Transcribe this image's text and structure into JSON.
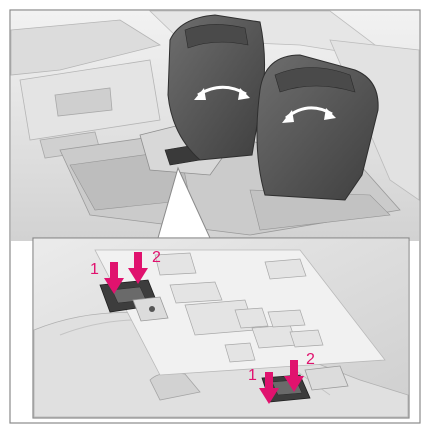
{
  "callouts": {
    "upper_left_1": "1",
    "upper_left_2": "2",
    "lower_right_1": "1",
    "lower_right_2": "2"
  },
  "colors": {
    "accent": "#e0126e",
    "seat_dark": "#5a5a5a",
    "interior_light": "#d9d9d9",
    "border": "#8a8a8a"
  }
}
